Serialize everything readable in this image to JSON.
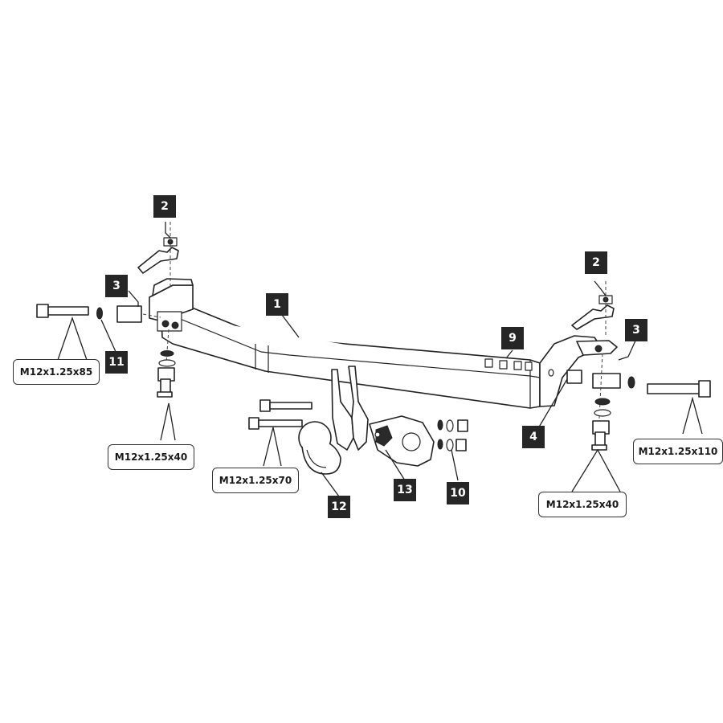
{
  "callouts": [
    {
      "number": "1"
    },
    {
      "number": "2"
    },
    {
      "number": "2"
    },
    {
      "number": "3"
    },
    {
      "number": "3"
    },
    {
      "number": "4"
    },
    {
      "number": "9"
    },
    {
      "number": "10"
    },
    {
      "number": "11"
    },
    {
      "number": "12"
    },
    {
      "number": "13"
    }
  ],
  "bolt_specs": [
    {
      "spec": "M12x1.25x85"
    },
    {
      "spec": "M12x1.25x40"
    },
    {
      "spec": "M12x1.25x70"
    },
    {
      "spec": "M12x1.25x40"
    },
    {
      "spec": "M12x1.25x110"
    }
  ],
  "colors": {
    "line": "#222222",
    "callout_fill": "#262626",
    "callout_text": "#ffffff"
  }
}
